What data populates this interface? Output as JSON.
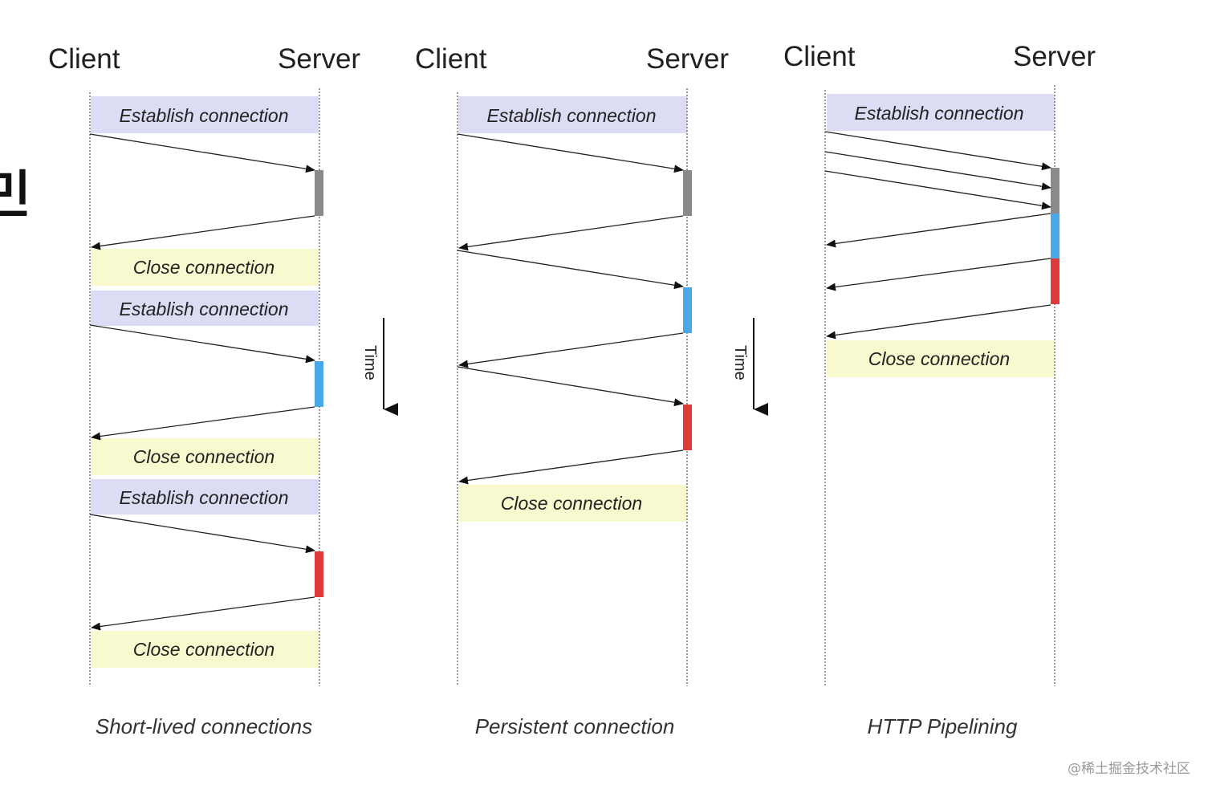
{
  "columns": [
    {
      "client_label": "Client",
      "server_label": "Server",
      "caption": "Short-lived connections",
      "boxes": [
        {
          "kind": "establish",
          "label": "Establish connection"
        },
        {
          "kind": "close",
          "label": "Close connection"
        },
        {
          "kind": "establish",
          "label": "Establish connection"
        },
        {
          "kind": "close",
          "label": "Close connection"
        },
        {
          "kind": "establish",
          "label": "Establish connection"
        },
        {
          "kind": "close",
          "label": "Close connection"
        }
      ]
    },
    {
      "client_label": "Client",
      "server_label": "Server",
      "caption": "Persistent connection",
      "boxes": [
        {
          "kind": "establish",
          "label": "Establish connection"
        },
        {
          "kind": "close",
          "label": "Close connection"
        }
      ]
    },
    {
      "client_label": "Client",
      "server_label": "Server",
      "caption": "HTTP Pipelining",
      "boxes": [
        {
          "kind": "establish",
          "label": "Establish connection"
        },
        {
          "kind": "close",
          "label": "Close connection"
        }
      ]
    }
  ],
  "time_label": "Time",
  "watermark": "@稀土掘金技术社区",
  "colors": {
    "establish_fill": "#dcdcf4",
    "close_fill": "#f9f9cf",
    "request1": "#8a8a8a",
    "request2": "#4aa8e8",
    "request3": "#de3a3a"
  }
}
